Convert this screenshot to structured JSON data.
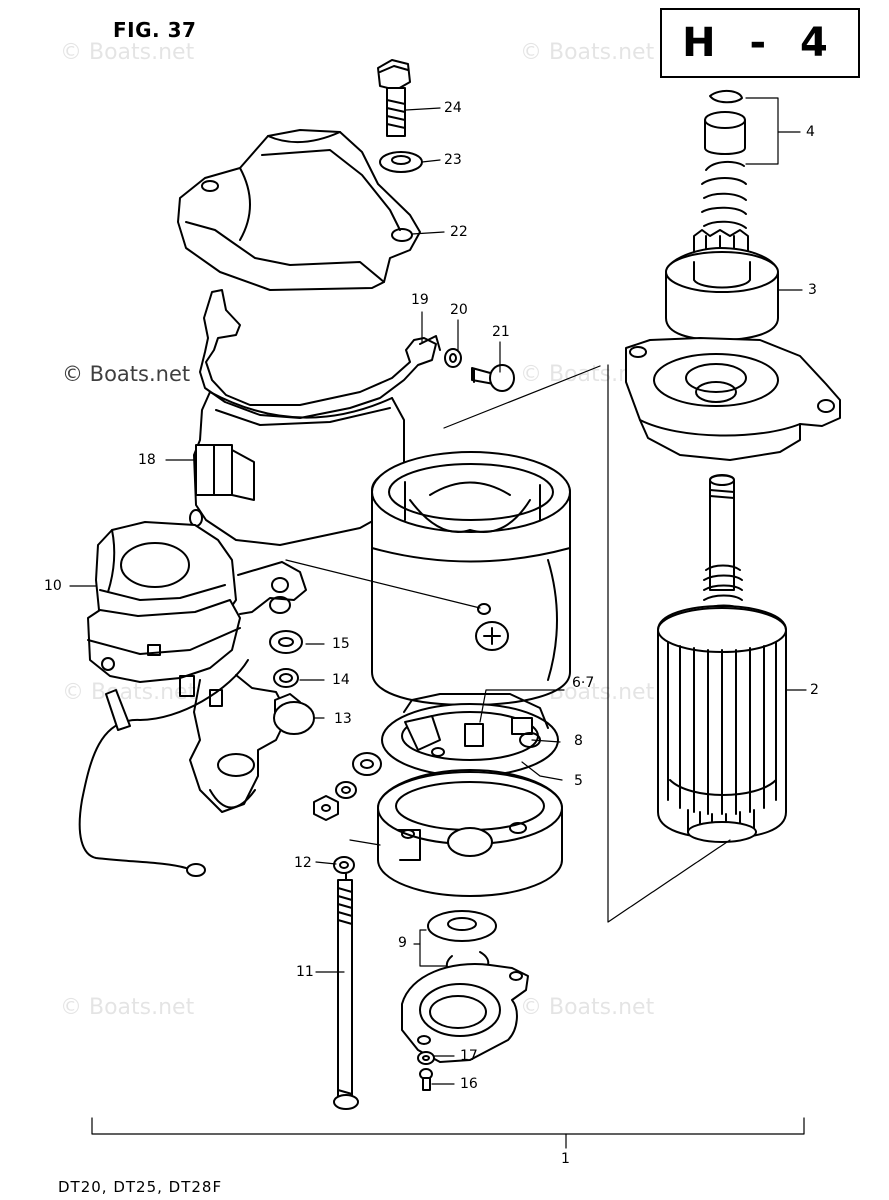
{
  "figure": {
    "title": "FIG. 37",
    "section": "H - 4",
    "models": "DT20, DT25, DT28F"
  },
  "watermark": "© Boats.net",
  "labels": {
    "l1": "1",
    "l2": "2",
    "l3": "3",
    "l4": "4",
    "l5": "5",
    "l6_7": "6·7",
    "l8": "8",
    "l9": "9",
    "l10": "10",
    "l11": "11",
    "l12": "12",
    "l13": "13",
    "l14": "14",
    "l15": "15",
    "l16": "16",
    "l17": "17",
    "l18": "18",
    "l19": "19",
    "l20": "20",
    "l21": "21",
    "l22": "22",
    "l23": "23",
    "l24": "24"
  },
  "colors": {
    "ink": "#000000",
    "paper": "#ffffff"
  }
}
